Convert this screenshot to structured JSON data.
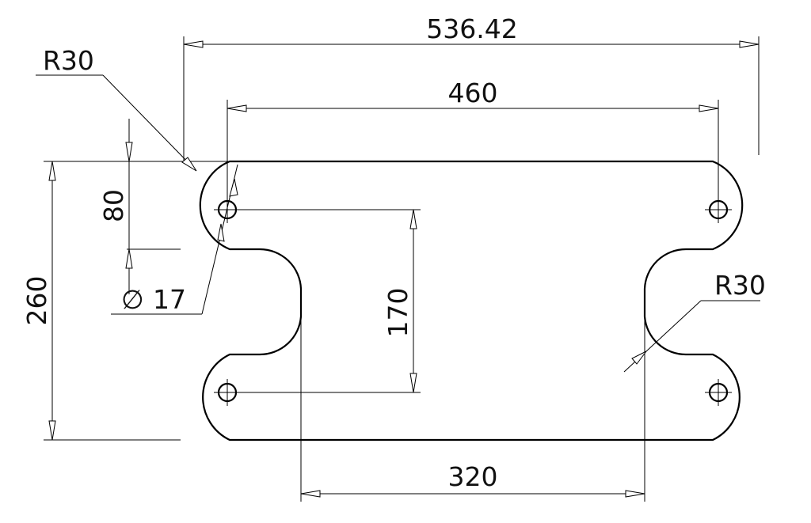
{
  "dimensions": {
    "overall_width": "536.42",
    "hole_spacing_x": "460",
    "hole_spacing_y": "170",
    "slot_spacing": "320",
    "height": "260",
    "offset": "80",
    "corner_radius_left": "R30",
    "corner_radius_right": "R30",
    "hole_diameter_value": "17",
    "hole_diameter_symbol": "∅"
  }
}
